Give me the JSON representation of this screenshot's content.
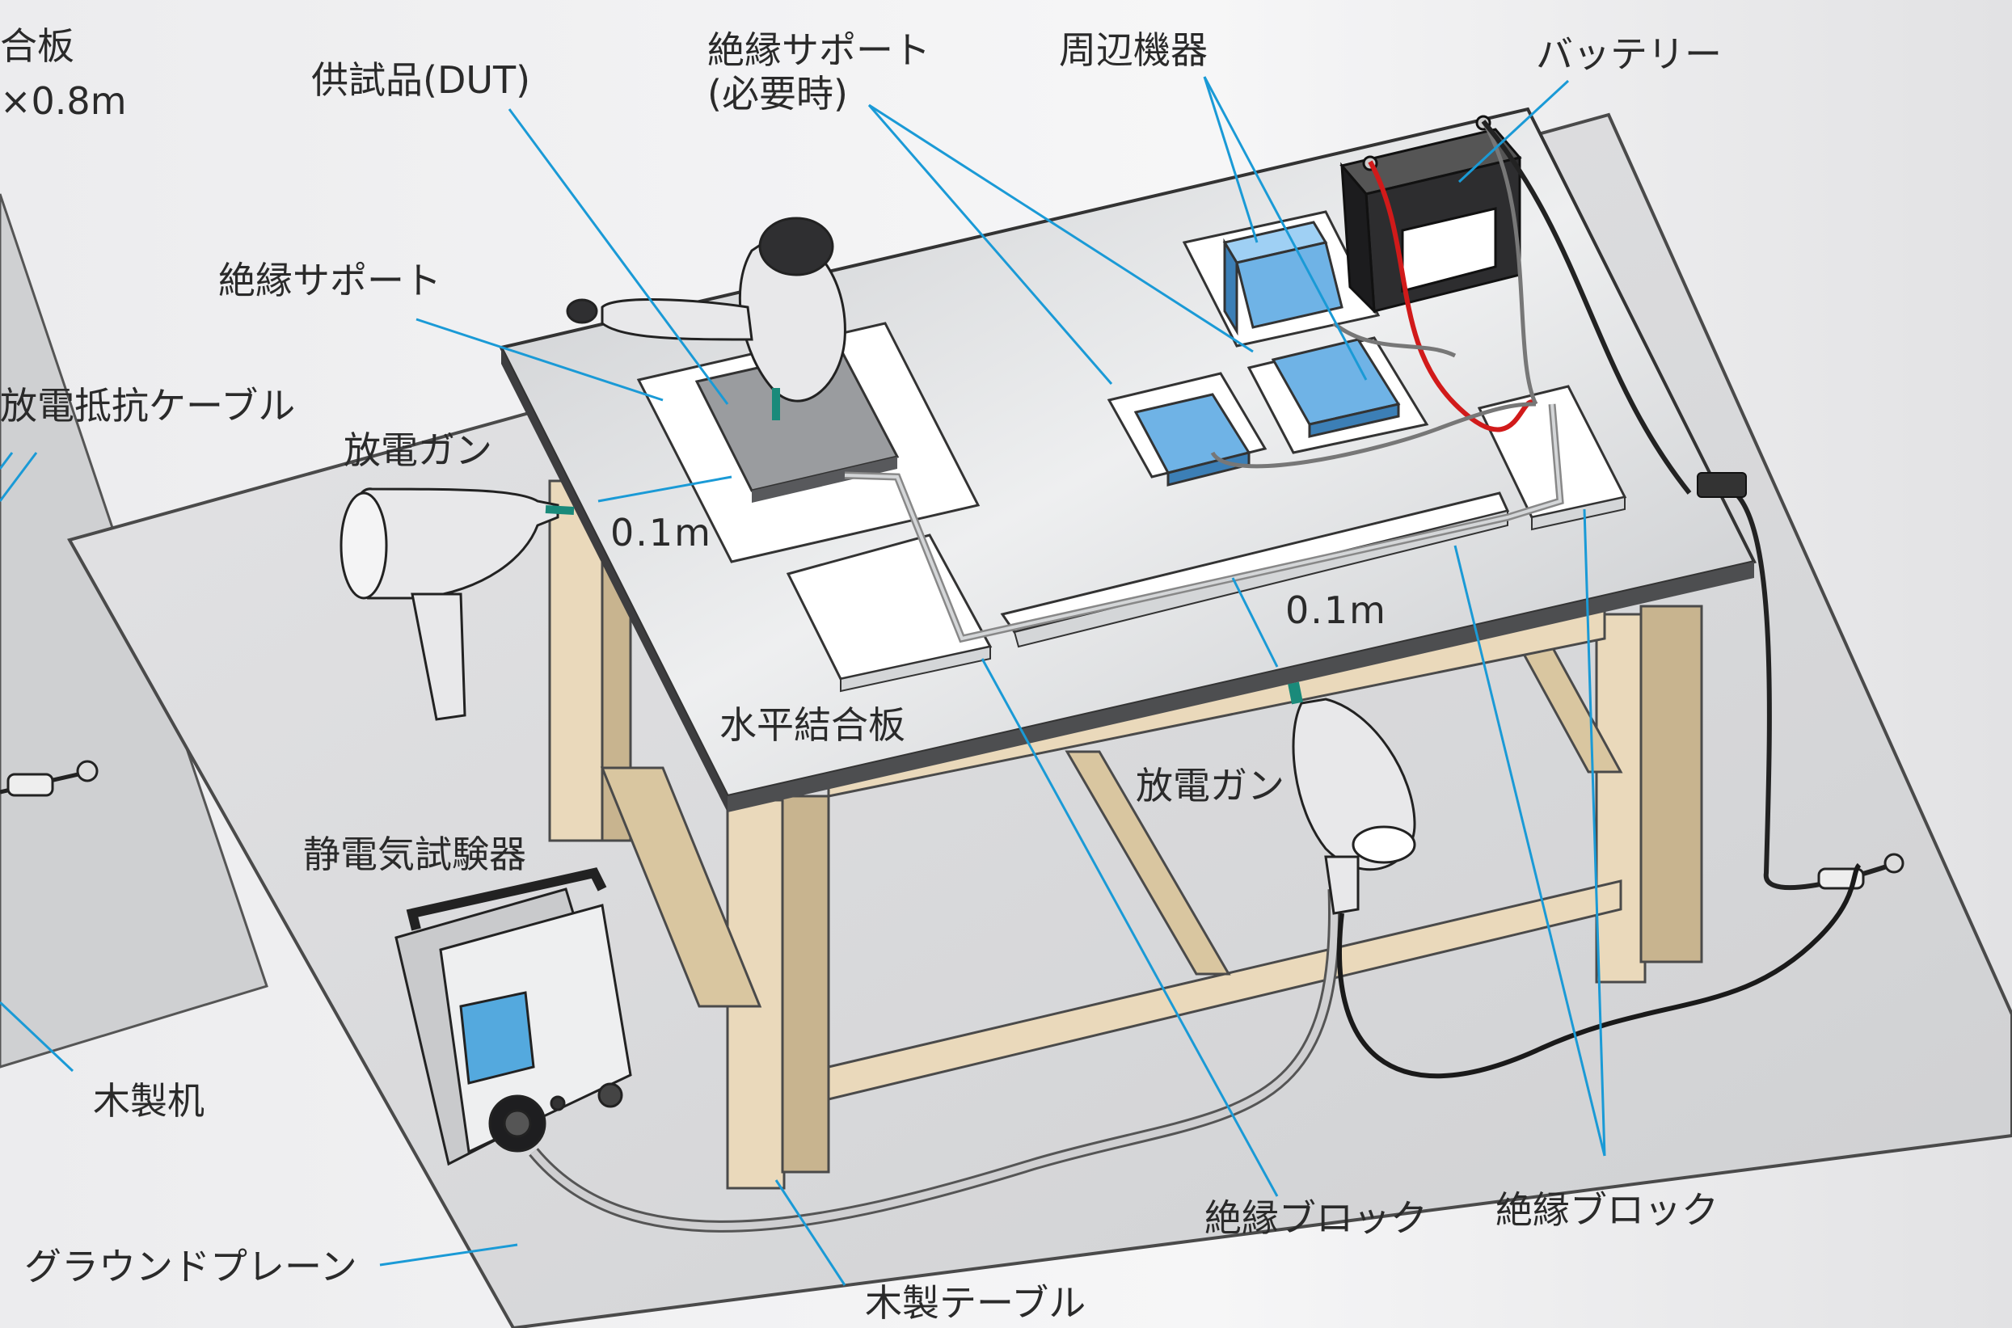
{
  "labels": {
    "gp_partial_line1": "合板",
    "gp_partial_line2": "×0.8m",
    "dut": "供試品(DUT)",
    "insul_support_opt": "絶縁サポート\n(必要時)",
    "peripherals": "周辺機器",
    "battery": "バッテリー",
    "insul_support": "絶縁サポート",
    "discharge_cable": "放電抵抗ケーブル",
    "esd_gun_left": "放電ガン",
    "dim_left": "0.1m",
    "dim_center": "0.1m",
    "hcp": "水平結合板",
    "esd_gun_right": "放電ガン",
    "esd_tester": "静電気試験器",
    "wooden_desk": "木製机",
    "insul_block_1": "絶縁ブロック",
    "insul_block_2": "絶縁ブロック",
    "ground_plane": "グラウンドプレーン",
    "wooden_table": "木製テーブル"
  },
  "colors": {
    "leader": "#1a9ad6",
    "equipment_blue": "#6fb3e6",
    "table_wood": "#ead9bb",
    "table_top": "#d7d9dc",
    "ground_plane": "#dcdcde",
    "battery_cable": "#d11a1a"
  }
}
